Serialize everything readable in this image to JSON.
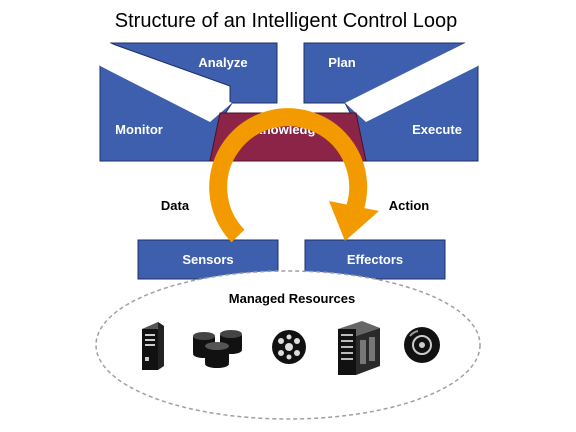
{
  "title": "Structure of an Intelligent Control Loop",
  "phases": {
    "analyze": "Analyze",
    "plan": "Plan",
    "monitor": "Monitor",
    "execute": "Execute",
    "knowledge": "Knowledge"
  },
  "flows": {
    "data": "Data",
    "action": "Action"
  },
  "sensors": "Sensors",
  "effectors": "Effectors",
  "managed_resources": "Managed Resources",
  "colors": {
    "box_fill": "#3d5fae",
    "box_stroke": "#1f2f66",
    "knowledge_fill": "#8b2447",
    "arrow": "#f39a00",
    "resource_dark": "#111111"
  },
  "resource_icons": [
    "server-tower-icon",
    "disk-stack-icon",
    "tape-reel-icon",
    "server-rack-icon",
    "optical-disc-icon"
  ]
}
